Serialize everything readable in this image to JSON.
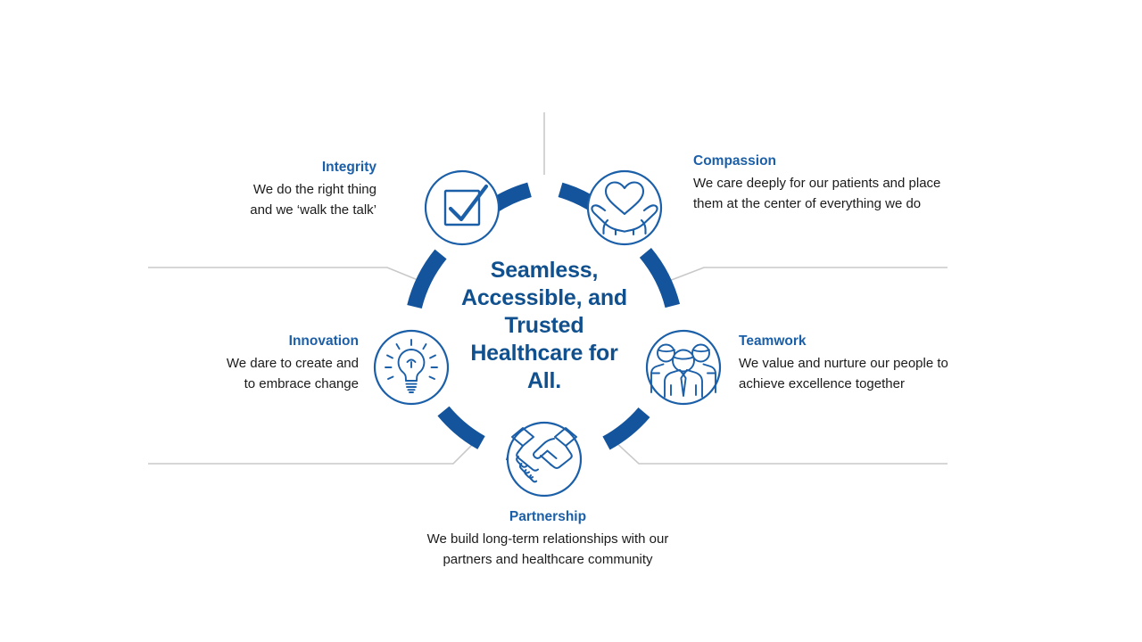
{
  "diagram": {
    "type": "radial-cycle",
    "center_statement": {
      "lines": [
        "Seamless,",
        "Accessible, and",
        "Trusted",
        "Healthcare for",
        "All."
      ],
      "full_text": "Seamless, Accessible, and Trusted Healthcare for All."
    },
    "colors": {
      "arc_blue": "#13549c",
      "icon_stroke": "#1b5fa8",
      "title_blue": "#1b5fa8",
      "center_text_blue": "#10508e",
      "connector_gray": "#c9c9c9",
      "body_text": "#1b1b1b",
      "background": "#ffffff"
    },
    "values": [
      {
        "id": "integrity",
        "title": "Integrity",
        "description_lines": [
          "We do the right thing",
          "and  we ‘walk the talk’"
        ],
        "description": "We do the right thing and  we ‘walk the talk’",
        "icon": "checkbox-check-icon",
        "position": "top-left"
      },
      {
        "id": "compassion",
        "title": "Compassion",
        "description_lines": [
          "We care deeply for our patients and place",
          "them at the center of everything we do"
        ],
        "description": "We care deeply for our patients and place them at the center of everything we do",
        "icon": "heart-in-hands-icon",
        "position": "top-right"
      },
      {
        "id": "teamwork",
        "title": "Teamwork",
        "description_lines": [
          "We value and nurture our people to",
          "achieve excellence together"
        ],
        "description": "We value and nurture our people to achieve excellence together",
        "icon": "team-people-icon",
        "position": "right"
      },
      {
        "id": "partnership",
        "title": "Partnership",
        "description_lines": [
          "We build long-term relationships with our",
          "partners and healthcare community"
        ],
        "description": "We build long-term relationships with our partners and healthcare community",
        "icon": "handshake-icon",
        "position": "bottom"
      },
      {
        "id": "innovation",
        "title": "Innovation",
        "description_lines": [
          "We dare to create and",
          "to embrace change"
        ],
        "description": "We dare to create and to embrace change",
        "icon": "lightbulb-idea-icon",
        "position": "left"
      }
    ]
  }
}
